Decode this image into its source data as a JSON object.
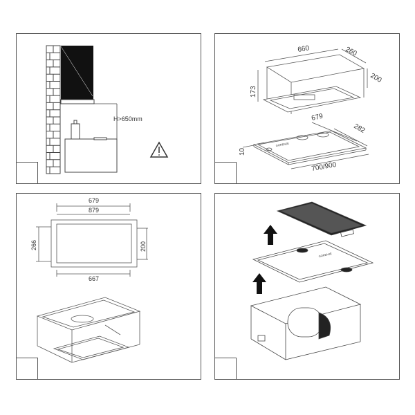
{
  "panel1": {
    "height_label": "H>650mm",
    "warning_icon": "warning-triangle-icon"
  },
  "panel2": {
    "dim_width": "660",
    "dim_depth": "260",
    "dim_side": "200",
    "dim_height": "173",
    "dim_panel_width": "679",
    "dim_panel_depth": "282",
    "dim_thickness": "10",
    "dim_panel_length": "700/900",
    "brand_text": "GORENJE"
  },
  "panel3": {
    "dim_outer": "679",
    "dim_inner": "879",
    "dim_side_left": "266",
    "dim_side_right": "200",
    "dim_bottom": "667"
  },
  "panel4": {
    "brand_text": "GORENJE",
    "arrow_icon": "up-arrow-icon"
  }
}
